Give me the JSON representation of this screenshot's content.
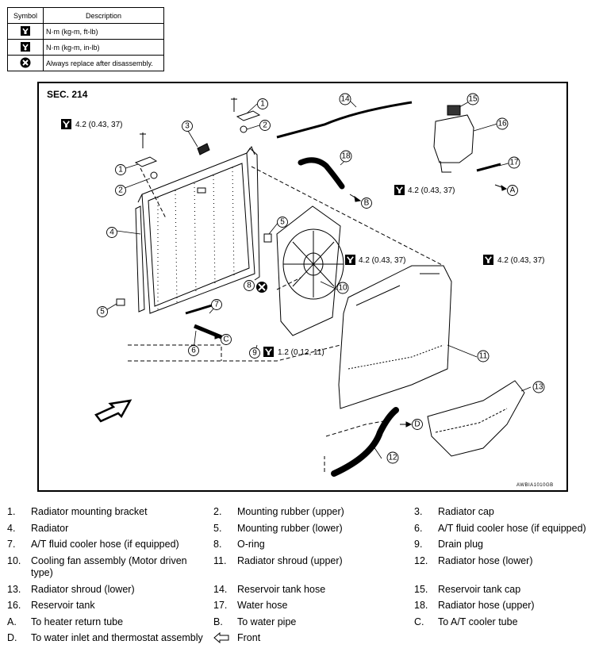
{
  "symbols": {
    "header_symbol": "Symbol",
    "header_description": "Description",
    "rows": [
      {
        "icon": "torque-wrench-ftlb-icon",
        "description": "N·m (kg-m, ft-lb)"
      },
      {
        "icon": "torque-wrench-inlb-icon",
        "description": "N·m (kg-m, in-lb)"
      },
      {
        "icon": "always-replace-icon",
        "description": "Always replace after disassembly."
      }
    ]
  },
  "diagram": {
    "section": "SEC. 214",
    "figure_id": "AWBIA1010GB",
    "torques": {
      "t_top_left": "4.2 (0.43, 37)",
      "t_reservoir": "4.2 (0.43, 37)",
      "t_shroud": "4.2 (0.43, 37)",
      "t_right": "4.2 (0.43, 37)",
      "t_drain": "1.2 (0.12, 11)"
    },
    "callouts": {
      "n1": "1",
      "n2": "2",
      "n3": "3",
      "n4": "4",
      "n5": "5",
      "n6": "6",
      "n7": "7",
      "n8": "8",
      "n9": "9",
      "n10": "10",
      "n11": "11",
      "n12": "12",
      "n13": "13",
      "n14": "14",
      "n15": "15",
      "n16": "16",
      "n17": "17",
      "n18": "18",
      "a": "A",
      "b": "B",
      "c": "C",
      "d": "D"
    }
  },
  "legend": [
    [
      {
        "num": "1.",
        "text": "Radiator mounting bracket"
      },
      {
        "num": "2.",
        "text": "Mounting rubber (upper)"
      },
      {
        "num": "3.",
        "text": "Radiator cap"
      }
    ],
    [
      {
        "num": "4.",
        "text": "Radiator"
      },
      {
        "num": "5.",
        "text": "Mounting rubber (lower)"
      },
      {
        "num": "6.",
        "text": "A/T fluid cooler hose (if equipped)"
      }
    ],
    [
      {
        "num": "7.",
        "text": "A/T fluid cooler hose (if equipped)"
      },
      {
        "num": "8.",
        "text": "O-ring"
      },
      {
        "num": "9.",
        "text": "Drain plug"
      }
    ],
    [
      {
        "num": "10.",
        "text": "Cooling fan assembly (Motor driven type)"
      },
      {
        "num": "11.",
        "text": "Radiator shroud (upper)"
      },
      {
        "num": "12.",
        "text": "Radiator hose (lower)"
      }
    ],
    [
      {
        "num": "13.",
        "text": "Radiator shroud (lower)"
      },
      {
        "num": "14.",
        "text": "Reservoir tank hose"
      },
      {
        "num": "15.",
        "text": "Reservoir tank cap"
      }
    ],
    [
      {
        "num": "16.",
        "text": "Reservoir tank"
      },
      {
        "num": "17.",
        "text": "Water hose"
      },
      {
        "num": "18.",
        "text": "Radiator hose (upper)"
      }
    ],
    [
      {
        "num": "A.",
        "text": "To heater return tube"
      },
      {
        "num": "B.",
        "text": "To water pipe"
      },
      {
        "num": "C.",
        "text": "To A/T cooler tube"
      }
    ],
    [
      {
        "num": "D.",
        "text": "To water inlet and thermostat assembly"
      },
      {
        "num": "arrow-icon",
        "text": "Front"
      }
    ]
  ]
}
